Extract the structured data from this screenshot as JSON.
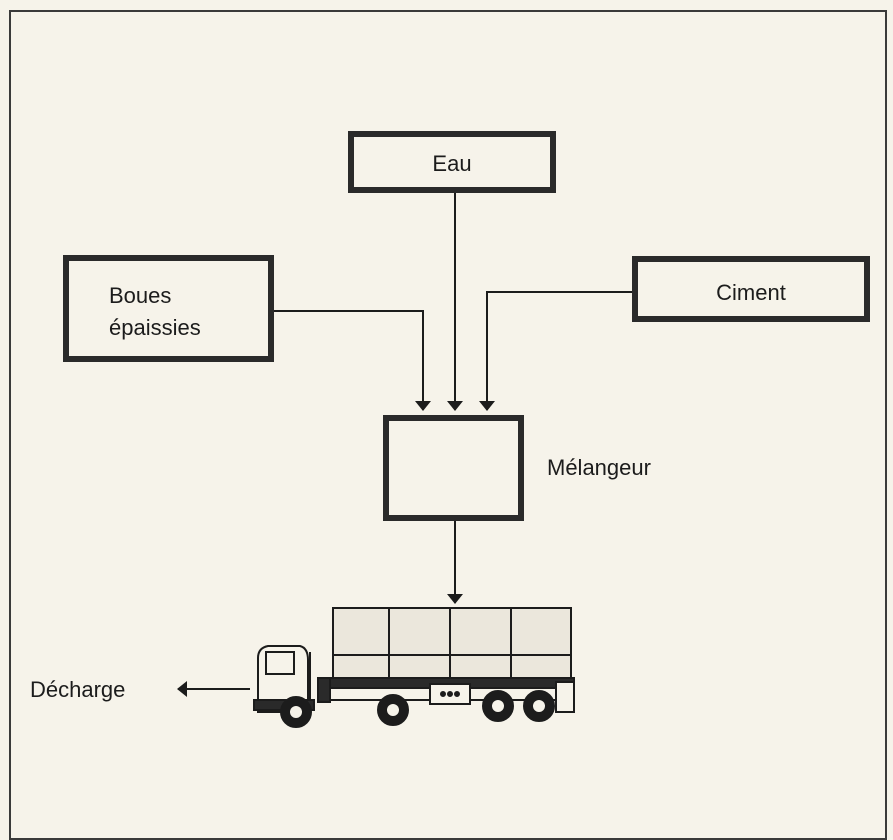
{
  "diagram": {
    "nodes": {
      "eau": "Eau",
      "boues_line1": "Boues",
      "boues_line2": "épaissies",
      "ciment": "Ciment",
      "melangeur": "Mélangeur",
      "decharge": "Décharge"
    },
    "edges": [
      {
        "from": "Eau",
        "to": "Mélangeur"
      },
      {
        "from": "Boues épaissies",
        "to": "Mélangeur"
      },
      {
        "from": "Ciment",
        "to": "Mélangeur"
      },
      {
        "from": "Mélangeur",
        "to": "truck"
      },
      {
        "from": "truck",
        "to": "Décharge"
      }
    ]
  }
}
